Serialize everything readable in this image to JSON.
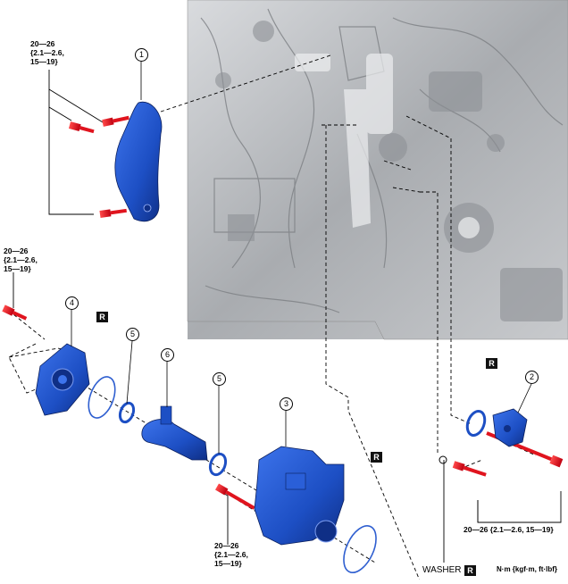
{
  "torque_labels": {
    "t1": "20—26\n{2.1—2.6,\n15—19}",
    "t2": "20—26\n{2.1—2.6,\n15—19}",
    "t3": "20—26\n{2.1—2.6,\n15—19}",
    "t4": "20—26 {2.1—2.6, 15—19}"
  },
  "callouts": {
    "c1": "1",
    "c2": "2",
    "c3": "3",
    "c4": "4",
    "c5a": "5",
    "c5b": "5",
    "c6": "6"
  },
  "replace_badge": "R",
  "washer_label": "WASHER",
  "units_label": "N·m {kgf·m, ft·lbf}",
  "colors": {
    "part_blue": "#1d4fc4",
    "part_blue_dark": "#0f2f86",
    "bolt_red": "#e0141e",
    "engine_gray": "#b9bcc0"
  }
}
